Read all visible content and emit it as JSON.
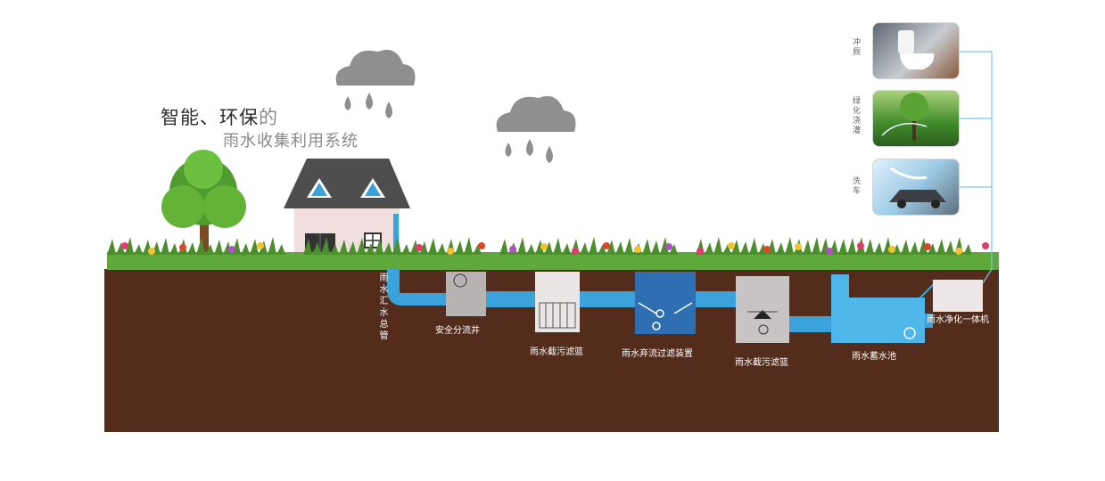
{
  "headline": {
    "line1_main": "智能、环保",
    "line1_accent": "的",
    "line2": "雨水收集利用系统"
  },
  "pipeline_labels": {
    "downpipe": "雨水汇水总管",
    "safety_well": "安全分流井",
    "filter_basket_1": "雨水截污滤篮",
    "diversion_filter": "雨水弃流过滤装置",
    "filter_basket_2": "雨水截污滤篮",
    "storage_tank": "雨水蓄水池",
    "treatment_unit": "雨水净化一体机"
  },
  "uses": [
    {
      "label": "冲厕",
      "icon": "toilet-photo"
    },
    {
      "label": "绿化浇灌",
      "icon": "garden-irrigation-photo"
    },
    {
      "label": "洗车",
      "icon": "car-wash-photo"
    }
  ],
  "colors": {
    "soil": "#532c1c",
    "pipe": "#3aa3dc",
    "tank": "#4fb6ea",
    "grass": "#5fa83a",
    "cloud": "#8f8f8f",
    "roof": "#4e4e4e",
    "wall": "#f1dfe0"
  }
}
